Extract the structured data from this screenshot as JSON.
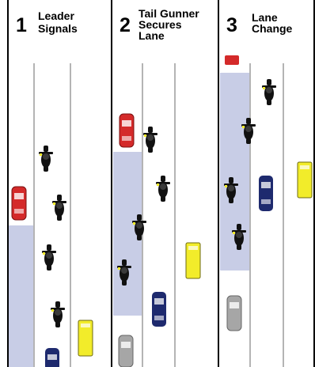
{
  "panels": [
    {
      "number": "1",
      "title_lines": [
        "Leader",
        "Signals"
      ]
    },
    {
      "number": "2",
      "title_lines": [
        "Tail Gunner",
        "Secures",
        "Lane"
      ]
    },
    {
      "number": "3",
      "title_lines": [
        "Lane",
        "Change"
      ]
    }
  ],
  "colors": {
    "secured_lane": "#c8cde6",
    "lane_line": "#b4b4b4",
    "panel_border": "#000000",
    "red_car": "#d42a2a",
    "yellow_bus": "#f2ec2a",
    "navy_car": "#1e2a6e",
    "grey_car": "#a6a6a6",
    "motorcycle": "#111111"
  },
  "icons": {
    "motorcycle": "motorcycle-icon",
    "car": "car-icon",
    "bus": "bus-icon"
  }
}
